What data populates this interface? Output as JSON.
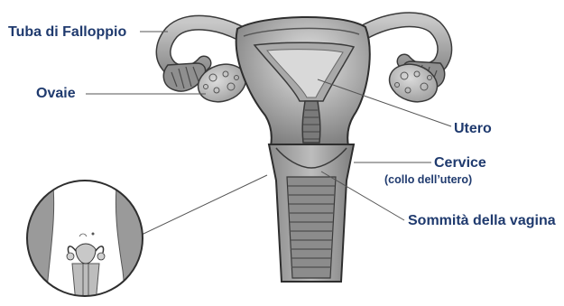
{
  "diagram": {
    "labels": {
      "fallopian_tube": "Tuba di Falloppio",
      "ovaries": "Ovaie",
      "uterus": "Utero",
      "cervix": "Cervice",
      "cervix_note": "(collo dell’utero)",
      "vagina_top": "Sommità della vagina"
    },
    "colors": {
      "label_text": "#1f3a6e",
      "leader_line": "#555555",
      "organ_fill": "#9a9a9a",
      "organ_dark": "#6e6e6e",
      "organ_light": "#d8d8d8",
      "outline": "#3a3a3a"
    }
  }
}
